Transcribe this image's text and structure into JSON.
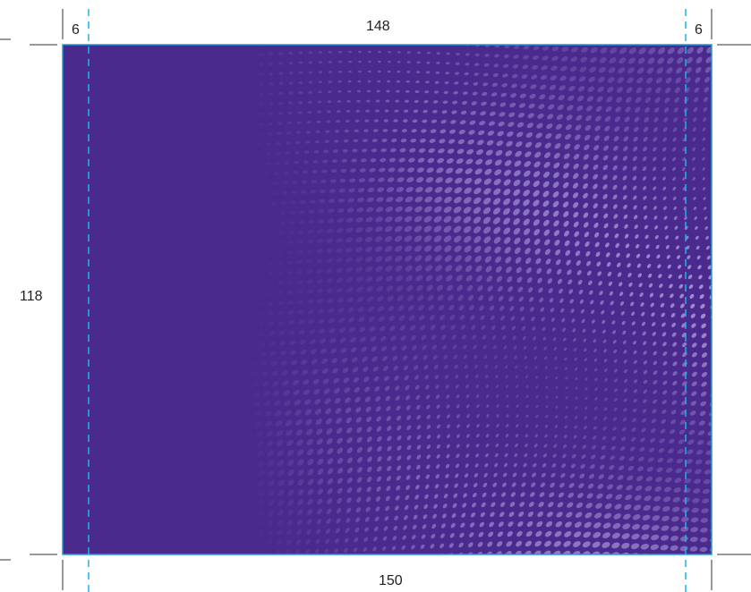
{
  "dimensions": {
    "top_width": "148",
    "bottom_width": "150",
    "height": "118",
    "bleed_left": "6",
    "bleed_right": "6"
  },
  "artwork": {
    "fill_color": "#4a2a8c",
    "pattern_color": "#b8a6e6",
    "trim_line_color": "#1e9ad6",
    "crop_mark_color": "#333333"
  }
}
